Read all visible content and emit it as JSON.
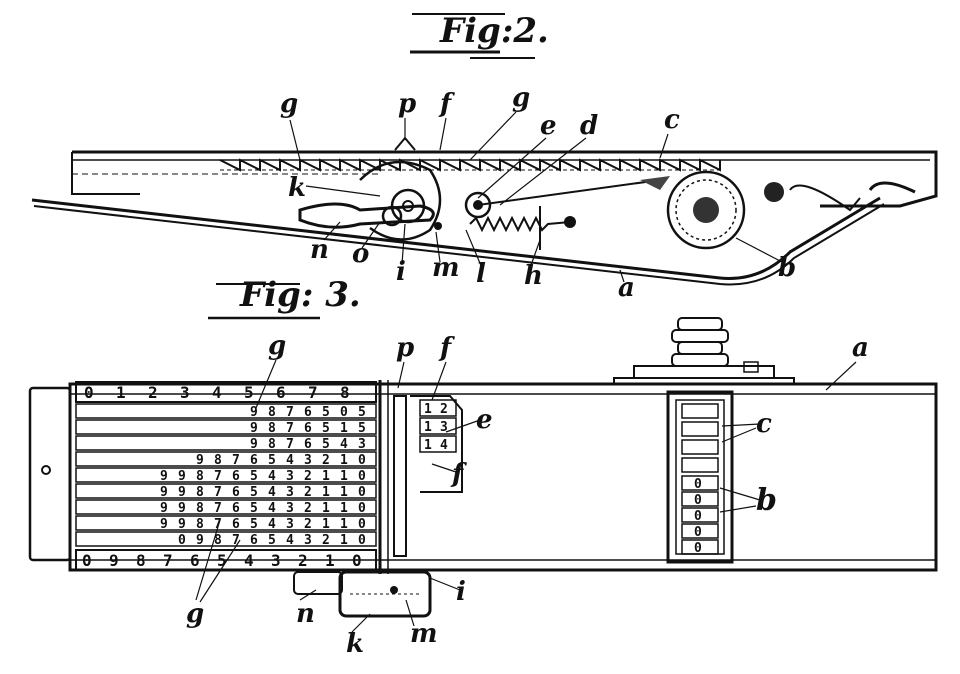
{
  "figures": {
    "fig2": {
      "title": "Fig:2.",
      "labels": {
        "g_left": "g",
        "p": "p",
        "f": "f",
        "g_right": "g",
        "e": "e",
        "d": "d",
        "c": "c",
        "k": "k",
        "n": "n",
        "o": "o",
        "i": "i",
        "m": "m",
        "l": "l",
        "h": "h",
        "a": "a",
        "b": "b"
      }
    },
    "fig3": {
      "title": "Fig: 3.",
      "labels": {
        "g_top": "g",
        "p": "p",
        "f_top": "f",
        "a": "a",
        "e": "e",
        "c": "c",
        "f_mid": "f",
        "b": "b",
        "g_bottom": "g",
        "n": "n",
        "k": "k",
        "m": "m",
        "i": "i"
      },
      "ruler_top": [
        "0",
        "1",
        "2",
        "3",
        "4",
        "5",
        "6",
        "7",
        "8"
      ],
      "ruler_bottom": [
        "0",
        "9",
        "8",
        "7",
        "6",
        "5",
        "4",
        "3",
        "2",
        "1",
        "0"
      ],
      "tab_digits": [
        "1",
        "2",
        "1",
        "3",
        "1",
        "4"
      ],
      "counter_digits": [
        "0",
        "0",
        "0",
        "0",
        "0"
      ],
      "slide_rows": [
        "9 8 7 6 5 0 5",
        "9 8 7 6 5 1 5",
        "9 8 7 6 5 4 3",
        "9 8 7 6 5 4 3 2 1 0",
        "9 9 8 7 6 5 4 3 2 1 1 0",
        "9 9 8 7 6 5 4 3 2 1 1 0",
        "9 9 8 7 6 5 4 3 2 1 1 0",
        "9 9 8 7 6 5 4 3 2 1 1 0",
        "0 9 8 7 6 5 4 3 2 1 0"
      ]
    }
  }
}
